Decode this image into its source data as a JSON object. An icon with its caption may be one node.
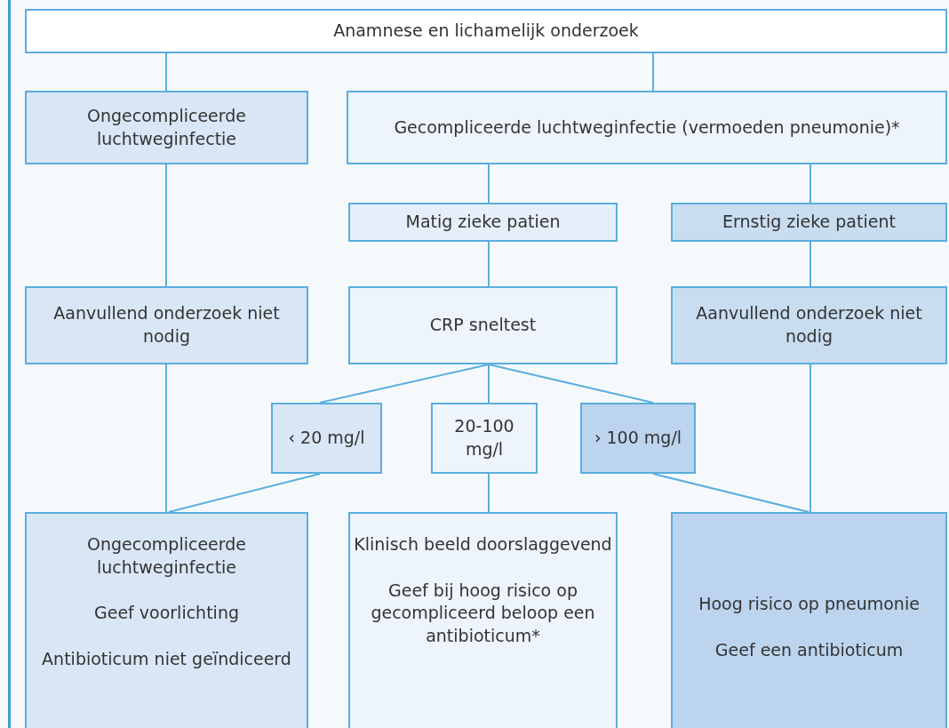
{
  "diagram": {
    "nodes": [
      {
        "text": [
          "Anamnese en lichamelijk onderzoek"
        ]
      },
      {
        "text": [
          "Ongecompliceerde luchtweginfectie"
        ]
      },
      {
        "text": [
          "Gecompliceerde luchtweginfectie (vermoeden pneumonie)*"
        ]
      },
      {
        "text": [
          "Matig zieke patien"
        ]
      },
      {
        "text": [
          "Ernstig zieke patient"
        ]
      },
      {
        "text": [
          "Aanvullend onderzoek niet nodig"
        ]
      },
      {
        "text": [
          "CRP sneltest"
        ]
      },
      {
        "text": [
          "Aanvullend onderzoek niet nodig"
        ]
      },
      {
        "text": [
          "‹ 20 mg/l"
        ]
      },
      {
        "text": [
          "20-100 mg/l"
        ]
      },
      {
        "text": [
          "› 100 mg/l"
        ]
      },
      {
        "text": [
          "Ongecompliceerde luchtweginfectie",
          "Geef voorlichting",
          "Antibioticum niet geïndiceerd"
        ]
      },
      {
        "text": [
          "Klinisch beeld doorslaggevend",
          "Geef bij hoog risico op gecompliceerd beloop een antibioticum*"
        ]
      },
      {
        "text": [
          "Hoog risico op pneumonie",
          "Geef een antibioticum"
        ]
      }
    ],
    "edges": [
      {
        "from": 0,
        "to": 1,
        "arrow": "none"
      },
      {
        "from": 0,
        "to": 2,
        "arrow": "none"
      },
      {
        "from": 2,
        "to": 3,
        "arrow": "none"
      },
      {
        "from": 2,
        "to": 4,
        "arrow": "none"
      },
      {
        "from": 1,
        "to": 5,
        "arrow": "none"
      },
      {
        "from": 3,
        "to": 6,
        "arrow": "none"
      },
      {
        "from": 4,
        "to": 7,
        "arrow": "none"
      },
      {
        "from": 6,
        "to": 8,
        "arrow": "none"
      },
      {
        "from": 6,
        "to": 9,
        "arrow": "none"
      },
      {
        "from": 6,
        "to": 10,
        "arrow": "none"
      },
      {
        "from": 5,
        "to": 11,
        "arrow": "none"
      },
      {
        "from": 8,
        "to": 11,
        "arrow": "none"
      },
      {
        "from": 9,
        "to": 12,
        "arrow": "none"
      },
      {
        "from": 10,
        "to": 13,
        "arrow": "none"
      },
      {
        "from": 7,
        "to": 13,
        "arrow": "none"
      }
    ]
  }
}
